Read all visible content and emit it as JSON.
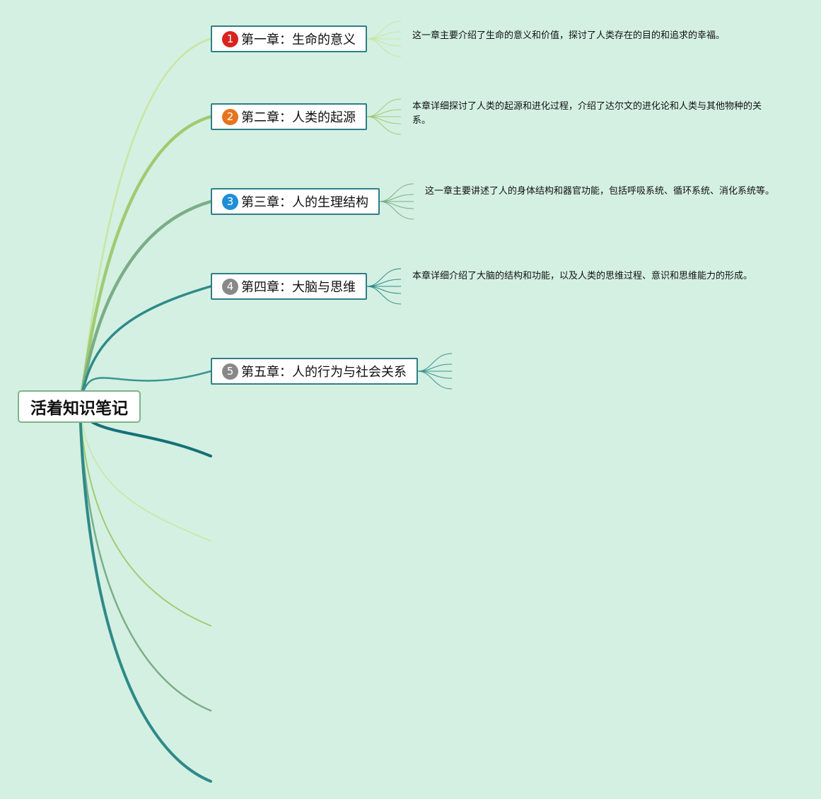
{
  "root": {
    "title": "活着知识笔记"
  },
  "chapters": [
    {
      "number": "1",
      "label": "第一章：生命的意义",
      "badge_color": "#d8231f",
      "summary": "这一章主要介绍了生命的意义和价值，探讨了人类存在的目的和追求的幸福。"
    },
    {
      "number": "2",
      "label": "第二章：人类的起源",
      "badge_color": "#e8731f",
      "summary": "本章详细探讨了人类的起源和进化过程，介绍了达尔文的进化论和人类与其他物种的关系。"
    },
    {
      "number": "3",
      "label": "第三章：人的生理结构",
      "badge_color": "#1f8ed8",
      "summary": "这一章主要讲述了人的身体结构和器官功能，包括呼吸系统、循环系统、消化系统等。"
    },
    {
      "number": "4",
      "label": "第四章：大脑与思维",
      "badge_color": "#888888",
      "summary": "本章详细介绍了大脑的结构和功能，以及人类的思维过程、意识和思维能力的形成。"
    },
    {
      "number": "5",
      "label": "第五章：人的行为与社会关系",
      "badge_color": "#888888",
      "summary": ""
    }
  ],
  "colors": {
    "background": "#d4f0e2",
    "node_border": "#2f7f86",
    "root_border": "#7fb38a",
    "branch_colors": [
      "#c7e6a0",
      "#9fcb72",
      "#7aae86",
      "#2f8a88",
      "#3a9590",
      "#16707a",
      "#c7e6a0",
      "#9fcb72",
      "#7aae86",
      "#2f8a88"
    ]
  }
}
